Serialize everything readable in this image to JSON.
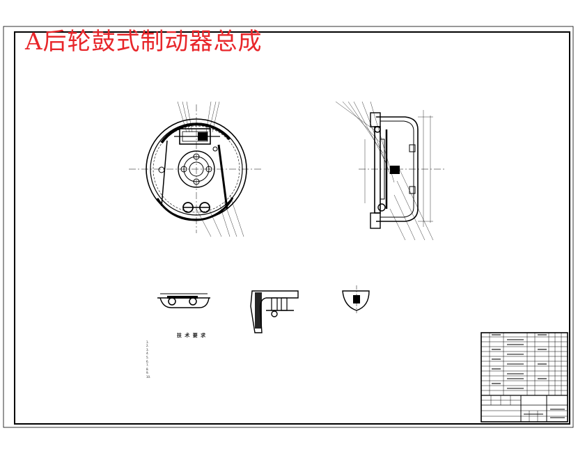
{
  "drawing": {
    "title": "A后轮鼓式制动器总成",
    "title_color": "#e8262a",
    "line_color": "#000000",
    "paper_color": "#ffffff"
  },
  "notes": {
    "heading": "技 术 要 求",
    "items": [
      "1.",
      "2.",
      "3.",
      "4.",
      "5.",
      "6.",
      "7.",
      "8.",
      "9.",
      "10."
    ]
  }
}
